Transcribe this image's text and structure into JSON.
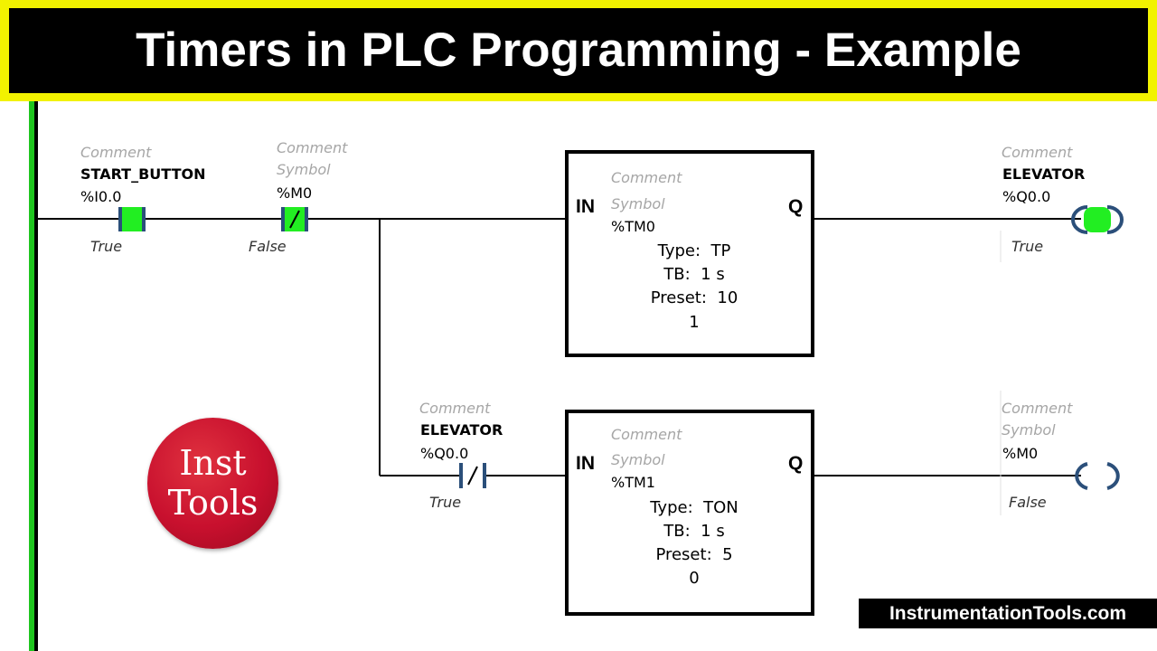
{
  "title": "Timers in PLC Programming - Example",
  "logo": {
    "line1": "Inst",
    "line2": "Tools"
  },
  "watermark": "InstrumentationTools.com",
  "rung1": {
    "start_contact": {
      "comment": "Comment",
      "name": "START_BUTTON",
      "address": "%I0.0",
      "state": "True"
    },
    "m0_contact": {
      "comment": "Comment",
      "symbol": "Symbol",
      "address": "%M0",
      "state": "False"
    },
    "timer": {
      "in": "IN",
      "q": "Q",
      "comment": "Comment",
      "symbol": "Symbol",
      "address": "%TM0",
      "type_label": "Type:",
      "type": "TP",
      "tb_label": "TB:",
      "tb": "1 s",
      "preset_label": "Preset:",
      "preset": "10",
      "current": "1"
    },
    "coil": {
      "comment": "Comment",
      "name": "ELEVATOR",
      "address": "%Q0.0",
      "state": "True"
    }
  },
  "rung2": {
    "elevator_contact": {
      "comment": "Comment",
      "name": "ELEVATOR",
      "address": "%Q0.0",
      "state": "True"
    },
    "timer": {
      "in": "IN",
      "q": "Q",
      "comment": "Comment",
      "symbol": "Symbol",
      "address": "%TM1",
      "type_label": "Type:",
      "type": "TON",
      "tb_label": "TB:",
      "tb": "1 s",
      "preset_label": "Preset:",
      "preset": "5",
      "current": "0"
    },
    "coil": {
      "comment": "Comment",
      "symbol": "Symbol",
      "address": "%M0",
      "state": "False"
    }
  },
  "colors": {
    "banner_border": "#f2f200",
    "banner_bg": "#000000",
    "active": "#22ee22",
    "rail": "#1fc51f",
    "contact_blue": "#2b4f7a",
    "logo": "#c8102e"
  }
}
